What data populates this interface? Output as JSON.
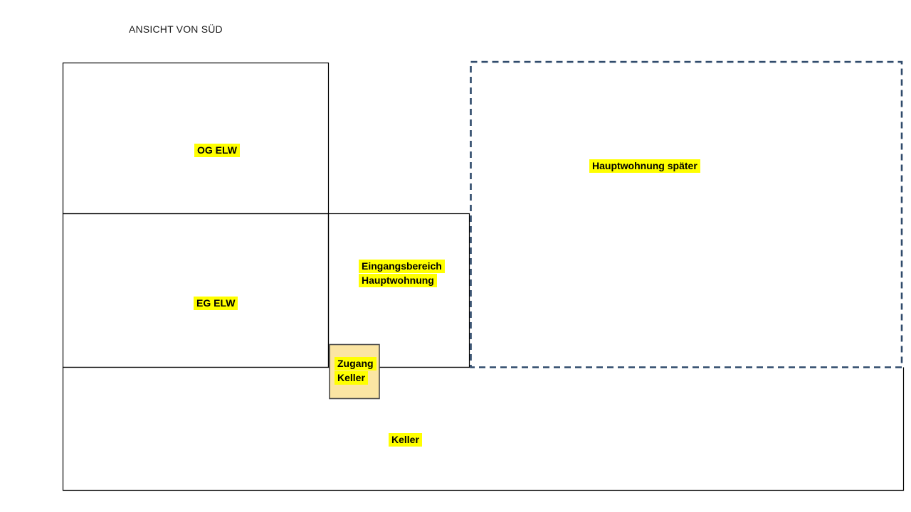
{
  "slide": {
    "title": "ANSICHT VON SÜD"
  },
  "labels": {
    "og_elw": "OG ELW",
    "eg_elw": "EG ELW",
    "eingangsbereich_line1": "Eingangsbereich",
    "eingangsbereich_line2": "Hauptwohnung",
    "zugang_line1": "Zugang",
    "zugang_line2": "Keller",
    "keller": "Keller",
    "hauptwohnung_spaeter": "Hauptwohnung später"
  },
  "colors": {
    "highlight": "#FFFF00",
    "outline": "#000000",
    "planned_outline": "#2F4A6B",
    "zugang_fill": "#FBE5A3",
    "zugang_outline": "#4A4A4A",
    "background": "#FFFFFF"
  }
}
